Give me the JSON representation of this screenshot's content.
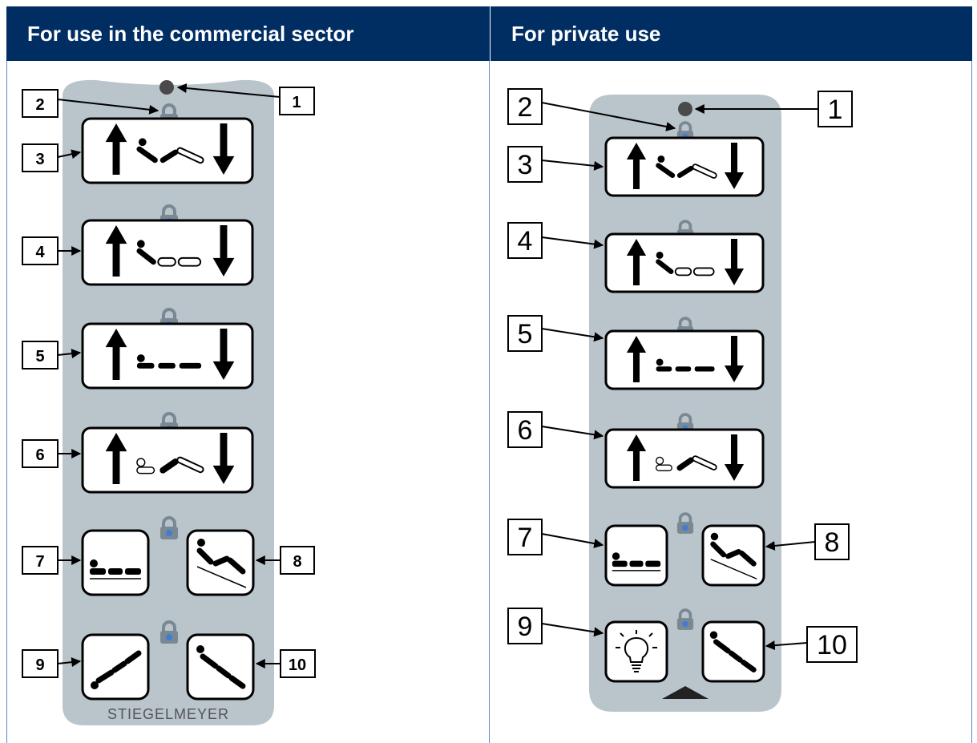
{
  "headers": {
    "commercial": "For use in the commercial sector",
    "private": "For private use"
  },
  "commercial_panel": {
    "callouts": [
      "1",
      "2",
      "3",
      "4",
      "5",
      "6",
      "7",
      "8",
      "9",
      "10"
    ],
    "brand": "STIEGELMEYER"
  },
  "private_panel": {
    "callouts": [
      "1",
      "2",
      "3",
      "4",
      "5",
      "6",
      "7",
      "8",
      "9",
      "10"
    ]
  },
  "colors": {
    "header_bg": "#002d62",
    "panel_bg": "#b9c4cb",
    "lock": "#7a8894",
    "lock_dot": "#3f7dd0"
  },
  "icons": {
    "lock": "padlock-icon",
    "arrow_up": "arrow-up-icon",
    "arrow_down": "arrow-down-icon",
    "lamp": "light-bulb-icon"
  }
}
